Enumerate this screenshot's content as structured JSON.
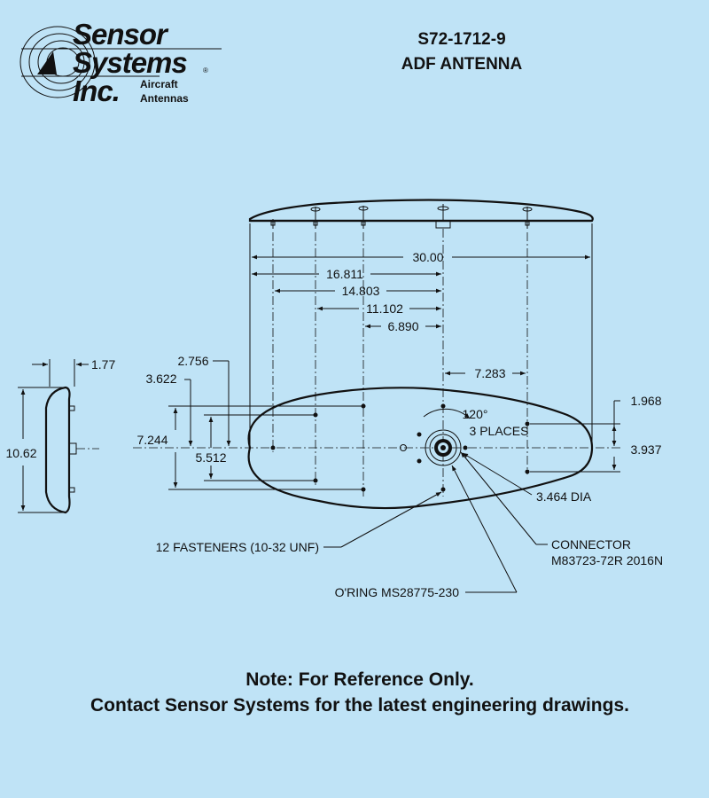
{
  "logo": {
    "line1": "Sensor",
    "line2": "Systems",
    "line3": "Inc.",
    "registered": "®",
    "tagline1": "Aircraft",
    "tagline2": "Antennas"
  },
  "title": {
    "part_number": "S72-1712-9",
    "name": "ADF ANTENNA"
  },
  "dimensions": {
    "overall_length": "30.00",
    "d16811": "16.811",
    "d14803": "14.803",
    "d11102": "11.102",
    "d6890": "6.890",
    "d7283": "7.283",
    "d1968": "1.968",
    "d3937": "3.937",
    "d2756": "2.756",
    "d3622": "3.622",
    "d7244": "7.244",
    "d5512": "5.512",
    "d177": "1.77",
    "d1062": "10.62",
    "angle": "120°",
    "places": "3 PLACES",
    "dia": "3.464 DIA"
  },
  "callouts": {
    "fasteners": "12 FASTENERS (10-32 UNF)",
    "connector_label": "CONNECTOR",
    "connector_part": "M83723-72R 2016N",
    "oring": "O'RING MS28775-230"
  },
  "note": {
    "line1": "Note: For Reference Only.",
    "line2": "Contact Sensor Systems for the latest engineering drawings."
  }
}
